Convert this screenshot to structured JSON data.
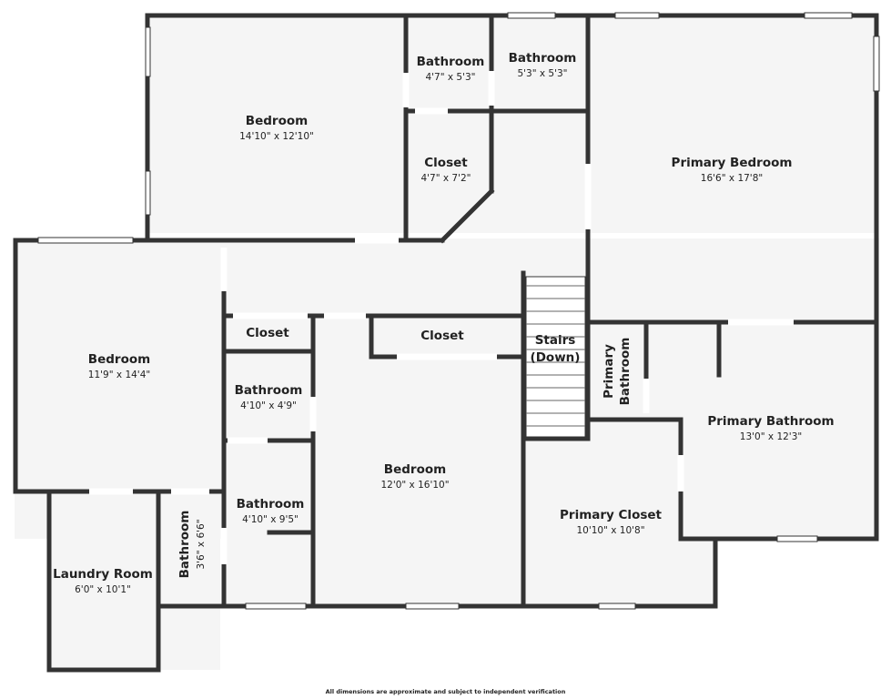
{
  "rooms": {
    "bedroom_top_left": {
      "name": "Bedroom",
      "dims": "14'10\" x 12'10\""
    },
    "bathroom_a": {
      "name": "Bathroom",
      "dims": "4'7\" x 5'3\""
    },
    "bathroom_b": {
      "name": "Bathroom",
      "dims": "5'3\" x 5'3\""
    },
    "closet_angled": {
      "name": "Closet",
      "dims": "4'7\" x 7'2\""
    },
    "primary_bedroom": {
      "name": "Primary Bedroom",
      "dims": "16'6\" x 17'8\""
    },
    "bedroom_left": {
      "name": "Bedroom",
      "dims": "11'9\" x 14'4\""
    },
    "closet_small": {
      "name": "Closet"
    },
    "closet_wide": {
      "name": "Closet"
    },
    "stairs": {
      "line1": "Stairs",
      "line2": "(Down)"
    },
    "primary_bath_small": {
      "line1": "Primary",
      "line2": "Bathroom"
    },
    "bathroom_c": {
      "name": "Bathroom",
      "dims": "4'10\" x 4'9\""
    },
    "primary_bathroom": {
      "name": "Primary Bathroom",
      "dims": "13'0\" x 12'3\""
    },
    "bedroom_center": {
      "name": "Bedroom",
      "dims": "12'0\" x 16'10\""
    },
    "bathroom_d": {
      "name": "Bathroom",
      "dims": "4'10\" x 9'5\""
    },
    "primary_closet": {
      "name": "Primary Closet",
      "dims": "10'10\" x 10'8\""
    },
    "laundry_room": {
      "name": "Laundry Room",
      "dims": "6'0\" x 10'1\""
    },
    "bathroom_vertical": {
      "name": "Bathroom",
      "dims": "3'6\" x 6'6\""
    }
  },
  "footer": "All dimensions are approximate and subject to independent verification"
}
